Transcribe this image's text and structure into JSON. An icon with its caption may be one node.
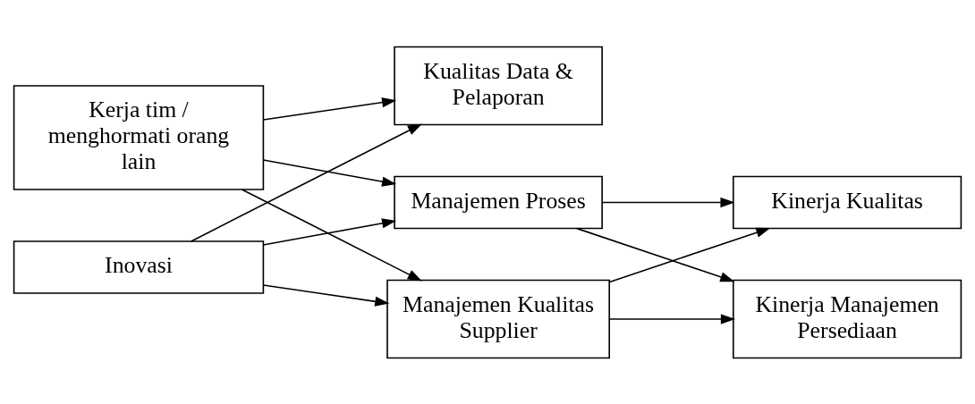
{
  "diagram": {
    "nodes": [
      {
        "text": [
          "Kerja tim / menghormati orang lain"
        ]
      },
      {
        "text": [
          "Inovasi"
        ]
      },
      {
        "text": [
          "Kualitas Data & Pelaporan"
        ]
      },
      {
        "text": [
          "Manajemen Kualitas Supplier"
        ]
      },
      {
        "text": [
          "Manajemen Proses"
        ]
      },
      {
        "text": [
          "Kinerja Kualitas"
        ]
      },
      {
        "text": [
          "Kinerja Manajemen Persediaan"
        ]
      }
    ],
    "edges": [
      {
        "from": 0,
        "to": 2,
        "arrow": "to"
      },
      {
        "from": 0,
        "to": 3,
        "arrow": "to"
      },
      {
        "from": 0,
        "to": 4,
        "arrow": "to"
      },
      {
        "from": 1,
        "to": 2,
        "arrow": "to"
      },
      {
        "from": 1,
        "to": 3,
        "arrow": "to"
      },
      {
        "from": 1,
        "to": 4,
        "arrow": "to"
      },
      {
        "from": 3,
        "to": 5,
        "arrow": "to"
      },
      {
        "from": 3,
        "to": 6,
        "arrow": "to"
      },
      {
        "from": 4,
        "to": 5,
        "arrow": "to"
      },
      {
        "from": 4,
        "to": 6,
        "arrow": "to"
      }
    ]
  }
}
